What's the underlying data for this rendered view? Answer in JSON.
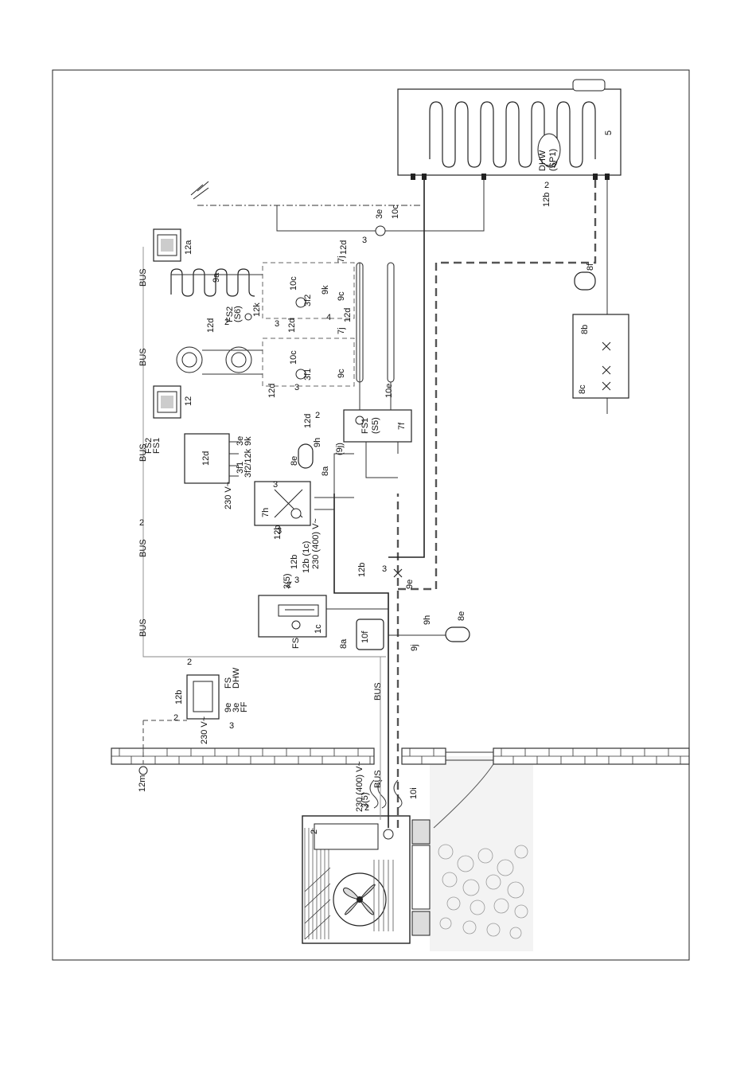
{
  "labels": {
    "heat_pump": "2",
    "bus_units": [
      "12",
      "12a",
      "12b",
      "12d",
      "12m"
    ],
    "boiler": "1c",
    "fs": "FS",
    "fs1": "FS1",
    "fs1_sub": "(S5)",
    "fs2": "FS2",
    "fs2_sub": "(S6)",
    "dhw": "DHW",
    "dhw_sub": "(SP1)",
    "tank": "5",
    "module_7h": "7h",
    "module_7f": "7f",
    "module_7j": "7j",
    "pump_3e": "3e",
    "pump_3f1": "3f1",
    "pump_3f2": "3f2",
    "exp_8e": "8e",
    "exp_8f": "8f",
    "valve_8a": "8a",
    "valve_8b": "8b",
    "group_8c": "8c",
    "valve_9a": "9a",
    "valve_9c": "9c",
    "valve_9e": "9e",
    "valve_9h": "9h",
    "valve_9j": "9j",
    "valve_9k": "9k",
    "valve_9j_paren": "(9j)",
    "sep_10c": "10c",
    "sep_10e": "10e",
    "sep_10f": "10f",
    "sep_10i": "10i",
    "cable_12b": "12b",
    "cable_12b_1c": "12b (1c)",
    "cable_12d": "12d",
    "cable_12k": "12k",
    "bus": "BUS",
    "v230": "230 V~",
    "v230_400": "230 (400) V~",
    "n2": "2",
    "n3": "3",
    "n4": "4",
    "n3_5": "3(5)",
    "fs_list": [
      "FS",
      "DHW"
    ],
    "fs2_list": [
      "FS2",
      "FS1"
    ],
    "terms_12d_a": [
      "3f1",
      "3f2/12k"
    ],
    "terms_12d_b": [
      "3e",
      "9k"
    ],
    "terms_12b": [
      "9e",
      "3e",
      "FF"
    ]
  }
}
